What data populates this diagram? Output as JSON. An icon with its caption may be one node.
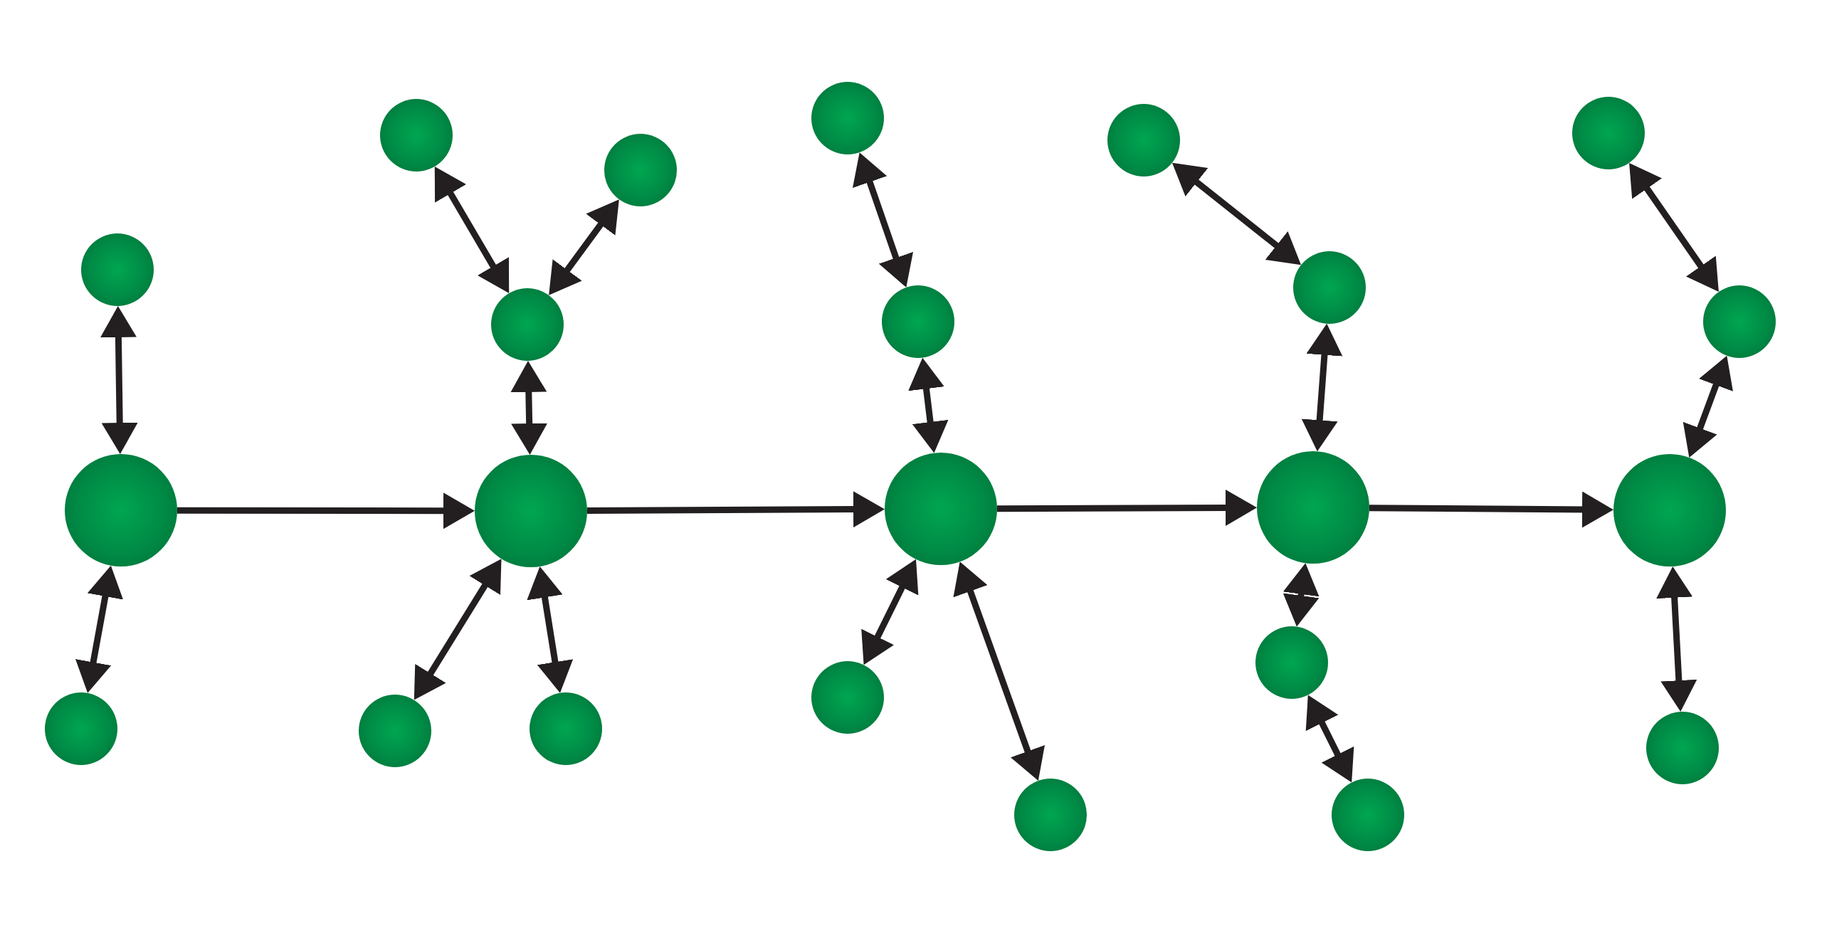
{
  "diagram": {
    "nodes": [
      {
        "text": [],
        "shape": "circle"
      },
      {
        "text": [],
        "shape": "circle"
      },
      {
        "text": [],
        "shape": "circle"
      },
      {
        "text": [],
        "shape": "circle"
      },
      {
        "text": [],
        "shape": "circle"
      },
      {
        "text": [],
        "shape": "circle"
      },
      {
        "text": [],
        "shape": "circle"
      },
      {
        "text": [],
        "shape": "circle"
      },
      {
        "text": [],
        "shape": "circle"
      },
      {
        "text": [],
        "shape": "circle"
      },
      {
        "text": [],
        "shape": "circle"
      },
      {
        "text": [],
        "shape": "circle"
      },
      {
        "text": [],
        "shape": "circle"
      },
      {
        "text": [],
        "shape": "circle"
      },
      {
        "text": [],
        "shape": "circle"
      },
      {
        "text": [],
        "shape": "circle"
      },
      {
        "text": [],
        "shape": "circle"
      },
      {
        "text": [],
        "shape": "circle"
      },
      {
        "text": [],
        "shape": "circle"
      },
      {
        "text": [],
        "shape": "circle"
      },
      {
        "text": [],
        "shape": "circle"
      },
      {
        "text": [],
        "shape": "circle"
      },
      {
        "text": [],
        "shape": "circle"
      }
    ],
    "edges": [
      {
        "from": 0,
        "to": 3,
        "arrow": "to"
      },
      {
        "from": 3,
        "to": 9,
        "arrow": "to"
      },
      {
        "from": 9,
        "to": 14,
        "arrow": "to"
      },
      {
        "from": 14,
        "to": 19,
        "arrow": "to"
      },
      {
        "from": 0,
        "to": 1,
        "arrow": "both"
      },
      {
        "from": 0,
        "to": 2,
        "arrow": "both"
      },
      {
        "from": 3,
        "to": 4,
        "arrow": "both"
      },
      {
        "from": 4,
        "to": 5,
        "arrow": "both"
      },
      {
        "from": 4,
        "to": 6,
        "arrow": "both"
      },
      {
        "from": 3,
        "to": 7,
        "arrow": "both"
      },
      {
        "from": 3,
        "to": 8,
        "arrow": "both"
      },
      {
        "from": 9,
        "to": 10,
        "arrow": "both"
      },
      {
        "from": 10,
        "to": 11,
        "arrow": "both"
      },
      {
        "from": 9,
        "to": 12,
        "arrow": "both"
      },
      {
        "from": 9,
        "to": 13,
        "arrow": "both"
      },
      {
        "from": 14,
        "to": 15,
        "arrow": "both"
      },
      {
        "from": 15,
        "to": 16,
        "arrow": "both"
      },
      {
        "from": 14,
        "to": 17,
        "arrow": "both"
      },
      {
        "from": 17,
        "to": 18,
        "arrow": "both"
      },
      {
        "from": 19,
        "to": 20,
        "arrow": "both"
      },
      {
        "from": 20,
        "to": 21,
        "arrow": "both"
      },
      {
        "from": 19,
        "to": 22,
        "arrow": "both"
      }
    ]
  }
}
